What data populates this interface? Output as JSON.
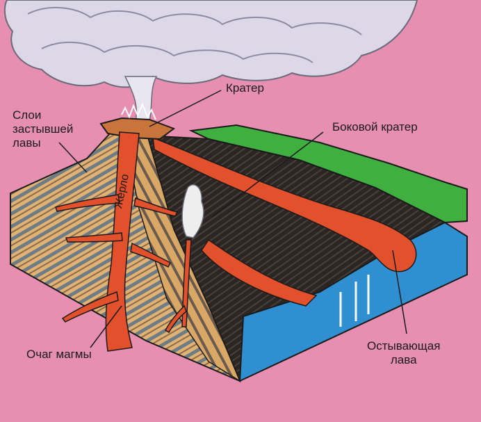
{
  "labels": {
    "crater": "Кратер",
    "lava_layers": "Слои\nзастывшей\nлавы",
    "side_crater": "Боковой кратер",
    "vent": "Жерло",
    "magma_chamber": "Очаг магмы",
    "cooling_lava": "Остывающая\nлава"
  },
  "colors": {
    "background": "#e68fb0",
    "cloud": "#d9d6e6",
    "magma": "#e2502c",
    "strata_light": "#e0b274",
    "strata_dark": "#6e7c86",
    "rock": "#2a2522",
    "grass": "#3faf3f",
    "water": "#2f8fd0"
  }
}
